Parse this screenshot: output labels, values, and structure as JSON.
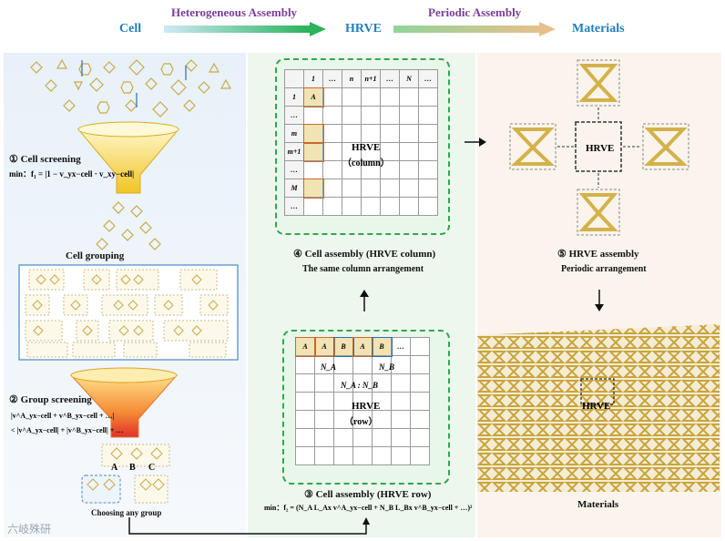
{
  "header": {
    "cell": "Cell",
    "hrve": "HRVE",
    "materials": "Materials",
    "hetero": "Heterogeneous Assembly",
    "periodic": "Periodic Assembly"
  },
  "left": {
    "step1": "① Cell screening",
    "formula1": "min：f₁ = |1 − v_yx−cell · v_xy−cell|",
    "grouping": "Cell grouping",
    "step2": "② Group screening",
    "formula2a": "|v^A_yx−cell + v^B_yx−cell + …|",
    "formula2b": "< |v^A_yx−cell| + |v^B_yx−cell| + …",
    "choose": "Choosing any group",
    "groupA": "A",
    "groupB": "B",
    "groupC": "C"
  },
  "middle": {
    "col_headers": [
      "1",
      "…",
      "n",
      "n+1",
      "…",
      "N",
      "…"
    ],
    "row_headers": [
      "1",
      "…",
      "m",
      "m+1",
      "…",
      "M",
      "…"
    ],
    "hrve_column": "HRVE",
    "hrve_column_sub": "（column）",
    "step4": "④ Cell assembly (HRVE column)",
    "step4_sub": "The same column arrangement",
    "row_cells": [
      "A",
      "A",
      "B",
      "A",
      "B",
      "…"
    ],
    "na": "N_A",
    "nb": "N_B",
    "nanb": "N_A : N_B",
    "hrve_row": "HRVE",
    "hrve_row_sub": "（row）",
    "step3": "③ Cell assembly (HRVE row)",
    "formula3": "min：f₂ = (N_A L_Ax v^A_yx−cell + N_B L_Bx v^B_yx−cell + …)²"
  },
  "right": {
    "hrve": "HRVE",
    "step5": "⑤ HRVE assembly",
    "step5_sub": "Periodic arrangement",
    "hrve2": "HRVE",
    "materials": "Materials"
  },
  "watermark": "六岐殊研",
  "colors": {
    "header_blue": "#1f7fbf",
    "phase_purple": "#7a3d99",
    "green_dash": "#2fa84f",
    "gold": "#d4b24a"
  }
}
